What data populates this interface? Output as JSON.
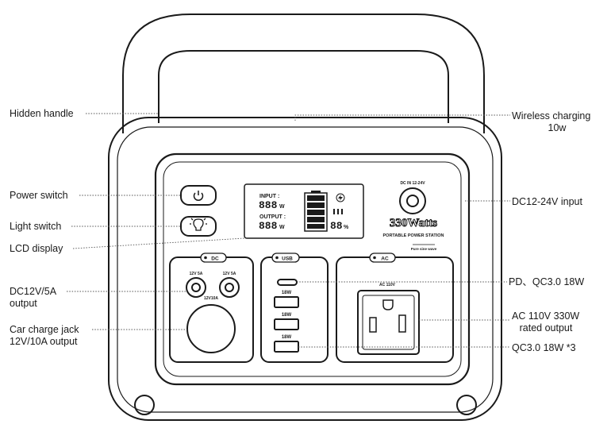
{
  "labels": {
    "hidden_handle": "Hidden handle",
    "power_switch": "Power switch",
    "light_switch": "Light switch",
    "lcd_display": "LCD display",
    "dc_output_line1": "DC12V/5A",
    "dc_output_line2": "output",
    "car_jack_line1": "Car charge jack",
    "car_jack_line2": "12V/10A output",
    "wireless_line1": "Wireless charging",
    "wireless_line2": "10w",
    "dc_input": "DC12-24V input",
    "pd_qc": "PD、QC3.0 18W",
    "ac_line1": "AC 110V 330W",
    "ac_line2": "rated output",
    "qc_x3": "QC3.0 18W *3"
  },
  "device": {
    "input_label": "INPUT :",
    "output_label": "OUTPUT :",
    "input_value": "888",
    "output_value": "888",
    "watt_unit": "W",
    "percent_value": "88",
    "percent_unit": "%",
    "dc_in_label": "DC IN 12-24V",
    "watts_title": "330Watts",
    "subtitle": "PORTABLE POWER STATION",
    "pure_sine": "Pure sine wave",
    "dc_badge": "DC",
    "usb_badge": "USB",
    "ac_badge": "AC",
    "dc_port1": "12V 5A",
    "dc_port2": "12V 5A",
    "car_port": "12V10A",
    "usb_labels": [
      "18W",
      "18W",
      "18W"
    ],
    "ac_voltage": "AC  110V"
  }
}
